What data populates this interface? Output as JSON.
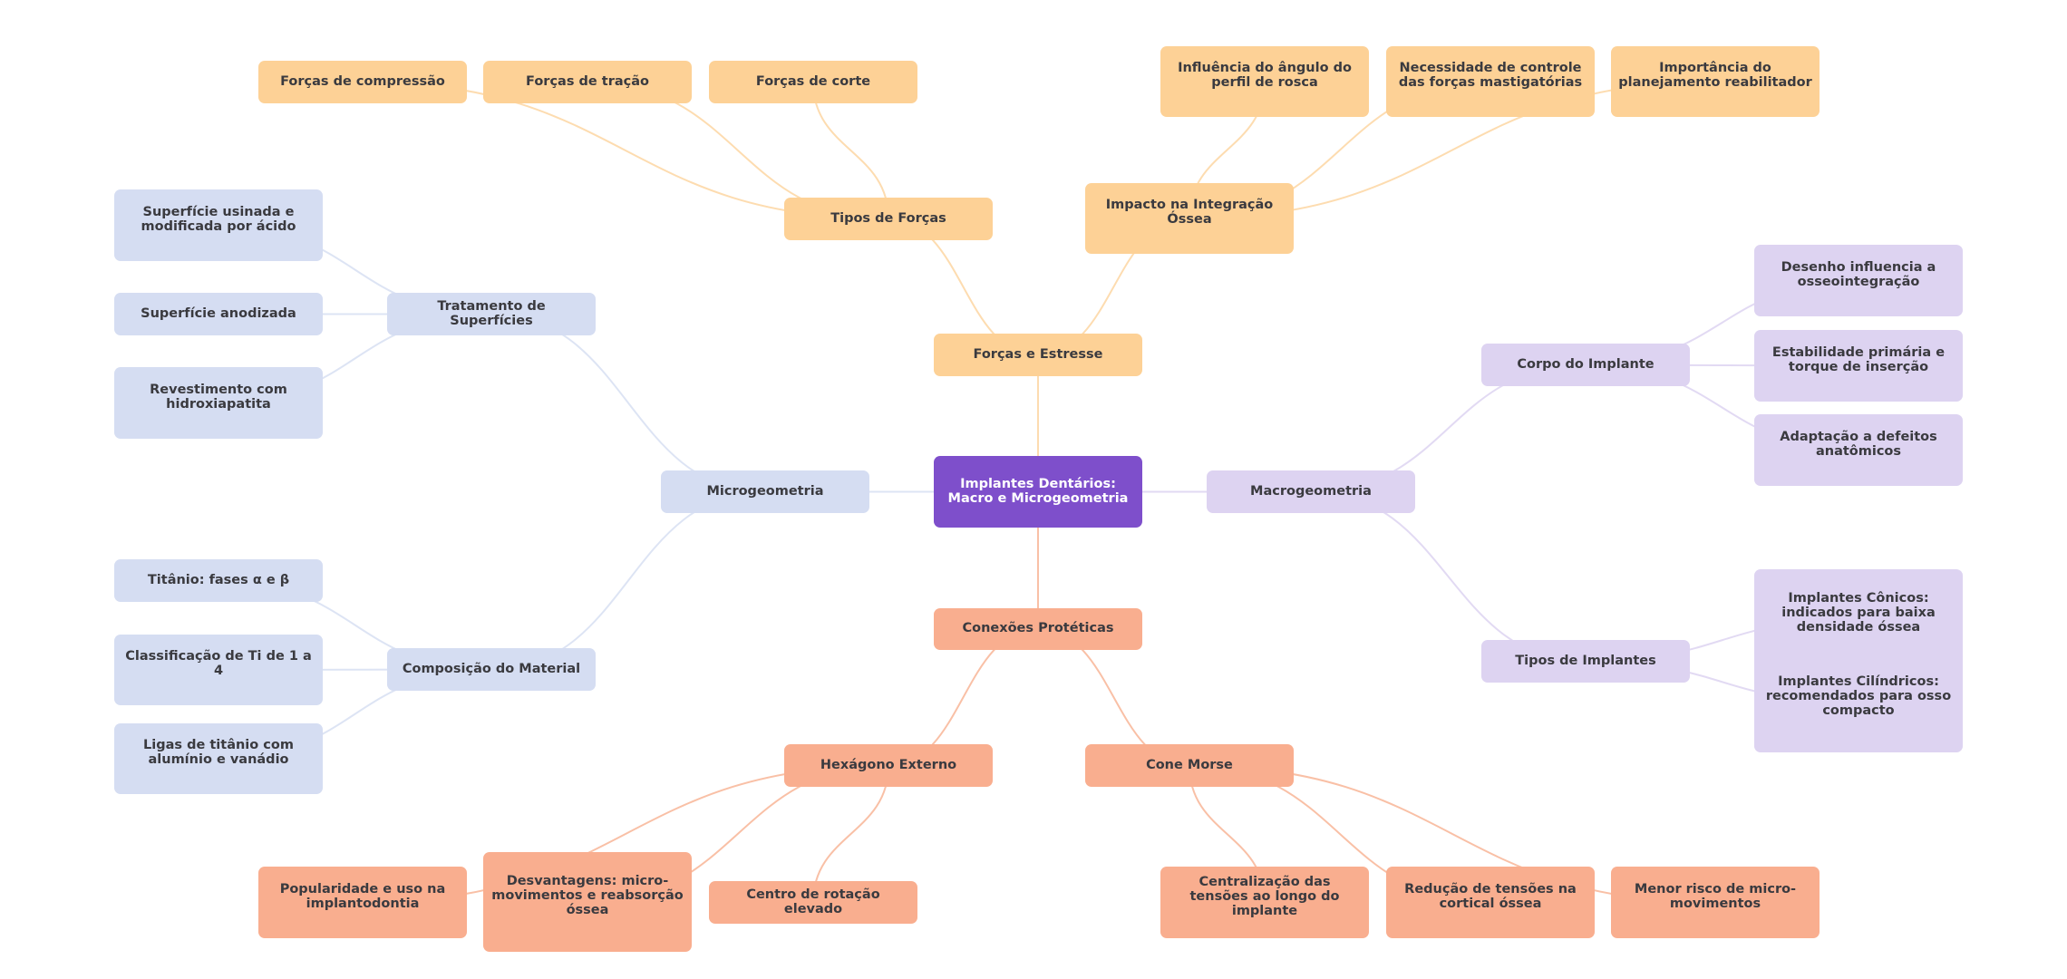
{
  "title": "Implantes Dentários: Macro e Microgeometria",
  "colors": {
    "root": "#7e4fcb",
    "forces_branch": "#fdd196",
    "connections_branch": "#f9ae8f",
    "micro_branch": "#d5ddf2",
    "macro_branch": "#ddd3f1"
  },
  "nodes": {
    "root": "Implantes Dentários: Macro e Microgeometria",
    "forcas_estresse": "Forças e Estresse",
    "tipos_forcas": "Tipos de Forças",
    "forcas_compressao": "Forças de compressão",
    "forcas_tracao": "Forças de tração",
    "forcas_corte": "Forças de corte",
    "impacto_integracao": "Impacto na Integração Óssea",
    "influencia_angulo": "Influência do ângulo do perfil de rosca",
    "necessidade_controle": "Necessidade de controle das forças mastigatórias",
    "importancia_planejamento": "Importância do planejamento reabilitador",
    "microgeometria": "Microgeometria",
    "tratamento_superficies": "Tratamento de Superfícies",
    "superficie_usinada": "Superfície usinada e modificada por ácido",
    "superficie_anodizada": "Superfície anodizada",
    "revestimento_ha": "Revestimento com hidroxiapatita",
    "composicao_material": "Composição do Material",
    "titanio_fases": "Titânio: fases α e β",
    "classificacao_ti": "Classificação de Ti de 1 a 4",
    "ligas_titanio": "Ligas de titânio com alumínio e vanádio",
    "macrogeometria": "Macrogeometria",
    "corpo_implante": "Corpo do Implante",
    "desenho_influencia": "Desenho influencia a osseointegração",
    "estabilidade_primaria": "Estabilidade primária e torque de inserção",
    "adaptacao_defeitos": "Adaptação a defeitos anatômicos",
    "tipos_implantes": "Tipos de Implantes",
    "implantes_conicos": "Implantes Cônicos: indicados para baixa densidade óssea",
    "implantes_cilindricos": "Implantes Cilíndricos: recomendados para osso compacto",
    "conexoes_proteticas": "Conexões Protéticas",
    "hexagono_externo": "Hexágono Externo",
    "popularidade": "Popularidade e uso na implantodontia",
    "desvantagens": "Desvantagens: micro-movimentos e reabsorção óssea",
    "centro_rotacao": "Centro de rotação elevado",
    "cone_morse": "Cone Morse",
    "centralizacao_tensoes": "Centralização das tensões ao longo do implante",
    "reducao_tensoes": "Redução de tensões na cortical óssea",
    "menor_risco": "Menor risco de micro-movimentos"
  },
  "edges": [
    [
      "root",
      "forcas_estresse"
    ],
    [
      "root",
      "conexoes_proteticas"
    ],
    [
      "root",
      "microgeometria"
    ],
    [
      "root",
      "macrogeometria"
    ],
    [
      "forcas_estresse",
      "tipos_forcas"
    ],
    [
      "forcas_estresse",
      "impacto_integracao"
    ],
    [
      "tipos_forcas",
      "forcas_compressao"
    ],
    [
      "tipos_forcas",
      "forcas_tracao"
    ],
    [
      "tipos_forcas",
      "forcas_corte"
    ],
    [
      "impacto_integracao",
      "influencia_angulo"
    ],
    [
      "impacto_integracao",
      "necessidade_controle"
    ],
    [
      "impacto_integracao",
      "importancia_planejamento"
    ],
    [
      "microgeometria",
      "tratamento_superficies"
    ],
    [
      "microgeometria",
      "composicao_material"
    ],
    [
      "tratamento_superficies",
      "superficie_usinada"
    ],
    [
      "tratamento_superficies",
      "superficie_anodizada"
    ],
    [
      "tratamento_superficies",
      "revestimento_ha"
    ],
    [
      "composicao_material",
      "titanio_fases"
    ],
    [
      "composicao_material",
      "classificacao_ti"
    ],
    [
      "composicao_material",
      "ligas_titanio"
    ],
    [
      "macrogeometria",
      "corpo_implante"
    ],
    [
      "macrogeometria",
      "tipos_implantes"
    ],
    [
      "corpo_implante",
      "desenho_influencia"
    ],
    [
      "corpo_implante",
      "estabilidade_primaria"
    ],
    [
      "corpo_implante",
      "adaptacao_defeitos"
    ],
    [
      "tipos_implantes",
      "implantes_conicos"
    ],
    [
      "tipos_implantes",
      "implantes_cilindricos"
    ],
    [
      "conexoes_proteticas",
      "hexagono_externo"
    ],
    [
      "conexoes_proteticas",
      "cone_morse"
    ],
    [
      "hexagono_externo",
      "popularidade"
    ],
    [
      "hexagono_externo",
      "desvantagens"
    ],
    [
      "hexagono_externo",
      "centro_rotacao"
    ],
    [
      "cone_morse",
      "centralizacao_tensoes"
    ],
    [
      "cone_morse",
      "reducao_tensoes"
    ],
    [
      "cone_morse",
      "menor_risco"
    ]
  ]
}
